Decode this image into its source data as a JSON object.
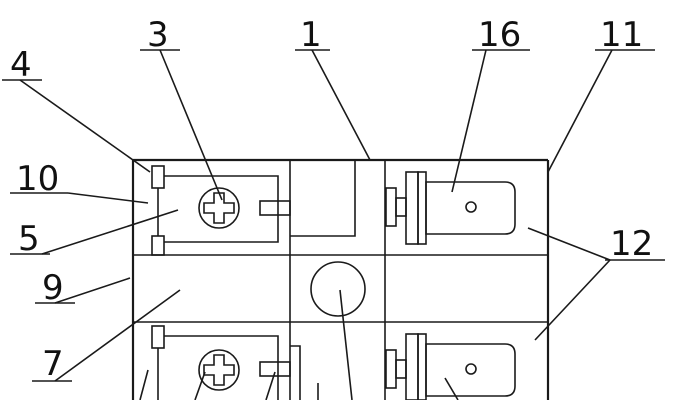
{
  "diagram": {
    "callouts": [
      {
        "id": "c1",
        "text": "1"
      },
      {
        "id": "c3",
        "text": "3"
      },
      {
        "id": "c4",
        "text": "4"
      },
      {
        "id": "c5",
        "text": "5"
      },
      {
        "id": "c7",
        "text": "7"
      },
      {
        "id": "c9",
        "text": "9"
      },
      {
        "id": "c10",
        "text": "10"
      },
      {
        "id": "c11",
        "text": "11"
      },
      {
        "id": "c12",
        "text": "12"
      },
      {
        "id": "c16",
        "text": "16"
      }
    ]
  }
}
